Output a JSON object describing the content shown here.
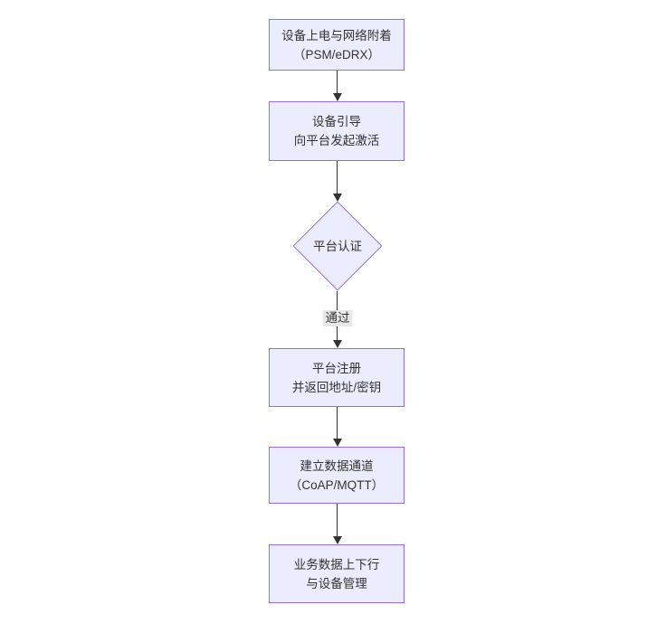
{
  "diagram": {
    "type": "flowchart",
    "direction": "top-down",
    "theme": {
      "background": "#ffffff",
      "node_fill": "#ECECFF",
      "node_border": "#9370DB",
      "text_color": "#333333",
      "arrow_color": "#333333",
      "edge_label_bg": "#e8e8e8"
    },
    "nodes": [
      {
        "shape": "rect",
        "line1": "设备上电与网络附着",
        "line2": "（PSM/eDRX）"
      },
      {
        "shape": "rect",
        "line1": "设备引导",
        "line2": "向平台发起激活"
      },
      {
        "shape": "diamond",
        "line1": "平台认证",
        "line2": ""
      },
      {
        "shape": "rect",
        "line1": "平台注册",
        "line2": "并返回地址/密钥"
      },
      {
        "shape": "rect",
        "line1": "建立数据通道",
        "line2": "（CoAP/MQTT）"
      },
      {
        "shape": "rect",
        "line1": "业务数据上下行",
        "line2": "与设备管理"
      }
    ],
    "edges": [
      {
        "from": 0,
        "to": 1,
        "label": ""
      },
      {
        "from": 1,
        "to": 2,
        "label": ""
      },
      {
        "from": 2,
        "to": 3,
        "label": "通过"
      },
      {
        "from": 3,
        "to": 4,
        "label": ""
      },
      {
        "from": 4,
        "to": 5,
        "label": ""
      }
    ]
  }
}
